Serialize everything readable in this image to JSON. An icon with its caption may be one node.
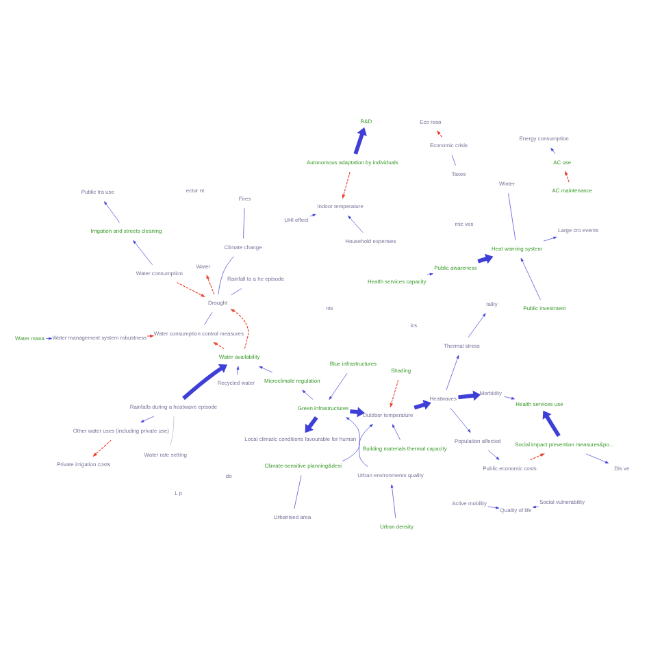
{
  "diagram": {
    "nodes": [
      {
        "text": [
          "Private irrigation costs"
        ]
      },
      {
        "text": [
          "Other water uses (including private use)"
        ]
      },
      {
        "text": [
          "Water rate setting"
        ]
      },
      {
        "text": [
          "Rainfalls during a heatwave episode"
        ]
      },
      {
        "text": [
          "Water consumption control measures"
        ]
      },
      {
        "text": [
          "Water management system robustness"
        ]
      },
      {
        "text": [
          "Water mana"
        ]
      },
      {
        "text": [
          "Rainfall to a he episode"
        ]
      },
      {
        "text": [
          "Local climatic conditions favourable for human"
        ]
      },
      {
        "text": [
          "Urban density"
        ]
      },
      {
        "text": [
          "Water availability"
        ]
      },
      {
        "text": [
          "Recycled water"
        ]
      },
      {
        "text": [
          "Drought"
        ]
      },
      {
        "text": [
          "Climate change"
        ]
      },
      {
        "text": [
          "Water"
        ]
      },
      {
        "text": [
          "Energy consumption"
        ]
      },
      {
        "text": [
          "Urban environments quality"
        ]
      },
      {
        "text": [
          "Microclimate regulation"
        ]
      },
      {
        "text": [
          "Water consumption"
        ]
      },
      {
        "text": [
          "Fires"
        ]
      },
      {
        "text": [
          "Irrigation and streets cleaning"
        ]
      },
      {
        "text": [
          "Public tra use"
        ]
      },
      {
        "text": [
          "Building materials thermal capacity"
        ]
      },
      {
        "text": [
          "Green infrastructures"
        ]
      },
      {
        "text": [
          "Outdoor temperature"
        ]
      },
      {
        "text": [
          "Heatwaves"
        ]
      },
      {
        "text": [
          "Public economic costs"
        ]
      },
      {
        "text": [
          "Blue infrastructures"
        ]
      },
      {
        "text": [
          "Climate-sensitive planning&desi"
        ]
      },
      {
        "text": [
          "Thermal stress"
        ]
      },
      {
        "text": [
          "Active mobility"
        ]
      },
      {
        "text": [
          "UHI effect"
        ]
      },
      {
        "text": [
          "tality"
        ]
      },
      {
        "text": [
          "Morbidity"
        ]
      },
      {
        "text": [
          "Population affected"
        ]
      },
      {
        "text": [
          "Social impact prevention measures&po..."
        ]
      },
      {
        "text": [
          "Social vulnerability"
        ]
      },
      {
        "text": [
          "Shading"
        ]
      },
      {
        "text": [
          "AC use"
        ]
      },
      {
        "text": [
          "Health services use"
        ]
      },
      {
        "text": [
          "Quality of life"
        ]
      },
      {
        "text": [
          "Heat warning system"
        ]
      },
      {
        "text": [
          "Household expenses"
        ]
      },
      {
        "text": [
          "Public investment"
        ]
      },
      {
        "text": [
          "Public awareness"
        ]
      },
      {
        "text": [
          "Indoor temperature"
        ]
      },
      {
        "text": [
          "Autonomous adaptation by individuals"
        ]
      },
      {
        "text": [
          "Health services capacity"
        ]
      },
      {
        "text": [
          "Large cro events"
        ]
      },
      {
        "text": [
          "R&D"
        ]
      },
      {
        "text": [
          "AC maintenance"
        ]
      },
      {
        "text": [
          "Winter"
        ]
      },
      {
        "text": [
          "Eco reso"
        ]
      },
      {
        "text": [
          "Urbanised area"
        ]
      },
      {
        "text": [
          "Economic crisis"
        ]
      },
      {
        "text": [
          "Taxes"
        ]
      },
      {
        "text": [
          "Dis ve"
        ]
      }
    ],
    "edges": [
      {
        "from": 1,
        "to": 0,
        "arrow": "to",
        "style": "dashed",
        "color": "#e8412f"
      },
      {
        "from": 3,
        "to": 1,
        "arrow": "to"
      },
      {
        "from": 2,
        "to": 3,
        "arrow": "none",
        "color": "#b8b8cc"
      },
      {
        "from": 5,
        "to": 4,
        "arrow": "to",
        "style": "dashed",
        "color": "#e8412f"
      },
      {
        "from": 6,
        "to": 5,
        "arrow": "to"
      },
      {
        "from": 10,
        "to": 4,
        "arrow": "to",
        "style": "dashed",
        "color": "#e8412f"
      },
      {
        "from": 12,
        "to": 4,
        "arrow": "none"
      },
      {
        "from": 12,
        "to": 14,
        "arrow": "to",
        "style": "dashed",
        "color": "#e8412f"
      },
      {
        "from": 10,
        "to": 12,
        "arrow": "to",
        "style": "dashed",
        "color": "#e8412f"
      },
      {
        "from": 23,
        "to": 8,
        "arrow": "to",
        "style": "thick"
      },
      {
        "from": 3,
        "to": 10,
        "arrow": "to",
        "style": "thick"
      },
      {
        "from": 11,
        "to": 10,
        "arrow": "to"
      },
      {
        "from": 17,
        "to": 10,
        "arrow": "to"
      },
      {
        "from": 13,
        "to": 12,
        "arrow": "none"
      },
      {
        "from": 18,
        "to": 12,
        "arrow": "to",
        "style": "dashed",
        "color": "#e8412f"
      },
      {
        "from": 18,
        "to": 20,
        "arrow": "to"
      },
      {
        "from": 20,
        "to": 21,
        "arrow": "to"
      },
      {
        "from": 23,
        "to": 24,
        "arrow": "to",
        "style": "thick"
      },
      {
        "from": 23,
        "to": 17,
        "arrow": "to"
      },
      {
        "from": 16,
        "to": 24,
        "arrow": "to"
      },
      {
        "from": 25,
        "to": 29,
        "arrow": "to"
      },
      {
        "from": 25,
        "to": 33,
        "arrow": "to",
        "style": "thick"
      },
      {
        "from": 25,
        "to": 34,
        "arrow": "to"
      },
      {
        "from": 34,
        "to": 26,
        "arrow": "to"
      },
      {
        "from": 26,
        "to": 35,
        "arrow": "to",
        "style": "dashed",
        "color": "#e8412f"
      },
      {
        "from": 35,
        "to": 39,
        "arrow": "to",
        "style": "thick"
      },
      {
        "from": 33,
        "to": 39,
        "arrow": "to"
      },
      {
        "from": 22,
        "to": 24,
        "arrow": "to"
      },
      {
        "from": 27,
        "to": 23,
        "arrow": "to"
      },
      {
        "from": 28,
        "to": 23,
        "arrow": "to"
      },
      {
        "from": 31,
        "to": 45,
        "arrow": "to"
      },
      {
        "from": 46,
        "to": 45,
        "arrow": "to",
        "style": "dashed",
        "color": "#e8412f"
      },
      {
        "from": 46,
        "to": 49,
        "arrow": "to",
        "style": "thick"
      },
      {
        "from": 54,
        "to": 52,
        "arrow": "to",
        "style": "dashed",
        "color": "#e8412f"
      },
      {
        "from": 55,
        "to": 54,
        "arrow": "none"
      },
      {
        "from": 44,
        "to": 41,
        "arrow": "to",
        "style": "thick"
      },
      {
        "from": 43,
        "to": 41,
        "arrow": "to"
      },
      {
        "from": 47,
        "to": 44,
        "arrow": "to"
      },
      {
        "from": 50,
        "to": 38,
        "arrow": "to",
        "style": "dashed",
        "color": "#e8412f"
      },
      {
        "from": 42,
        "to": 45,
        "arrow": "to"
      },
      {
        "from": 41,
        "to": 48,
        "arrow": "to"
      },
      {
        "from": 41,
        "to": 51,
        "arrow": "none"
      },
      {
        "from": 36,
        "to": 40,
        "arrow": "to"
      },
      {
        "from": 37,
        "to": 24,
        "arrow": "to",
        "style": "dashed",
        "color": "#e8412f"
      },
      {
        "from": 38,
        "to": 15,
        "arrow": "to"
      },
      {
        "from": 30,
        "to": 40,
        "arrow": "to"
      },
      {
        "from": 29,
        "to": 32,
        "arrow": "to"
      },
      {
        "from": 53,
        "to": 28,
        "arrow": "none"
      },
      {
        "from": 35,
        "to": 56,
        "arrow": "to"
      },
      {
        "from": 24,
        "to": 25,
        "arrow": "to",
        "style": "thick"
      },
      {
        "from": 9,
        "to": 16,
        "arrow": "to"
      },
      {
        "from": 19,
        "to": 13,
        "arrow": "none"
      },
      {
        "from": 7,
        "to": 12,
        "arrow": "none"
      }
    ],
    "labels": [
      "nts",
      "ics",
      "mic ves",
      "do",
      "ector nt",
      "L p"
    ]
  }
}
